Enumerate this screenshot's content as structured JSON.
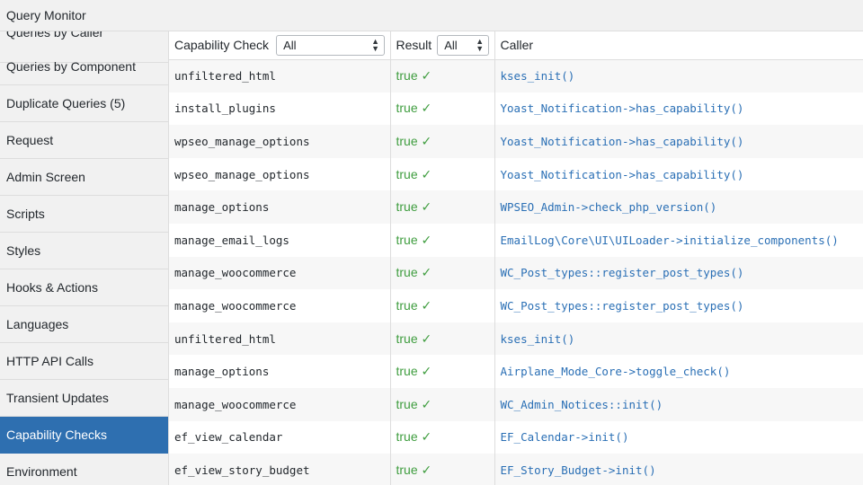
{
  "window": {
    "title": "Query Monitor"
  },
  "sidebar": {
    "items": [
      {
        "label": "Queries by Caller",
        "active": false
      },
      {
        "label": "Queries by Component",
        "active": false
      },
      {
        "label": "Duplicate Queries (5)",
        "active": false
      },
      {
        "label": "Request",
        "active": false
      },
      {
        "label": "Admin Screen",
        "active": false
      },
      {
        "label": "Scripts",
        "active": false
      },
      {
        "label": "Styles",
        "active": false
      },
      {
        "label": "Hooks & Actions",
        "active": false
      },
      {
        "label": "Languages",
        "active": false
      },
      {
        "label": "HTTP API Calls",
        "active": false
      },
      {
        "label": "Transient Updates",
        "active": false
      },
      {
        "label": "Capability Checks",
        "active": true
      },
      {
        "label": "Environment",
        "active": false
      }
    ]
  },
  "table": {
    "headers": {
      "capability": "Capability Check",
      "result": "Result",
      "caller": "Caller"
    },
    "filters": {
      "capability_selected": "All",
      "result_selected": "All"
    },
    "check_mark": "✓",
    "rows": [
      {
        "capability": "unfiltered_html",
        "result": "true",
        "caller": "kses_init()"
      },
      {
        "capability": "install_plugins",
        "result": "true",
        "caller": "Yoast_Notification->has_capability()"
      },
      {
        "capability": "wpseo_manage_options",
        "result": "true",
        "caller": "Yoast_Notification->has_capability()"
      },
      {
        "capability": "wpseo_manage_options",
        "result": "true",
        "caller": "Yoast_Notification->has_capability()"
      },
      {
        "capability": "manage_options",
        "result": "true",
        "caller": "WPSEO_Admin->check_php_version()"
      },
      {
        "capability": "manage_email_logs",
        "result": "true",
        "caller": "EmailLog\\Core\\UI\\UILoader->initialize_components()"
      },
      {
        "capability": "manage_woocommerce",
        "result": "true",
        "caller": "WC_Post_types::register_post_types()"
      },
      {
        "capability": "manage_woocommerce",
        "result": "true",
        "caller": "WC_Post_types::register_post_types()"
      },
      {
        "capability": "unfiltered_html",
        "result": "true",
        "caller": "kses_init()"
      },
      {
        "capability": "manage_options",
        "result": "true",
        "caller": "Airplane_Mode_Core->toggle_check()"
      },
      {
        "capability": "manage_woocommerce",
        "result": "true",
        "caller": "WC_Admin_Notices::init()"
      },
      {
        "capability": "ef_view_calendar",
        "result": "true",
        "caller": "EF_Calendar->init()"
      },
      {
        "capability": "ef_view_story_budget",
        "result": "true",
        "caller": "EF_Story_Budget->init()"
      }
    ]
  },
  "colors": {
    "active_nav": "#2e6fb0",
    "true_green": "#3f9d3f",
    "caller_link": "#2a6fb5"
  }
}
